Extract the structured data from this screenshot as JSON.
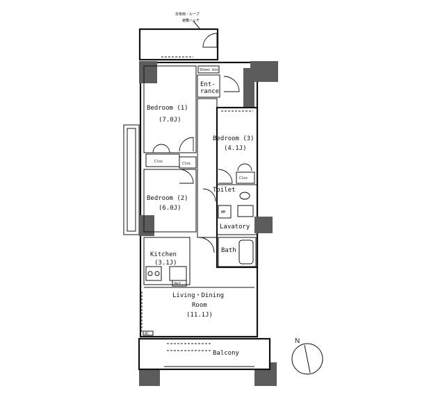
{
  "rooms": {
    "bedroom1": {
      "name": "Bedroom (1)",
      "size": "(7.0J)"
    },
    "bedroom2": {
      "name": "Bedroom (2)",
      "size": "(6.0J)"
    },
    "bedroom3": {
      "name": "Bedroom (3)",
      "size": "(4.1J)"
    },
    "entrance": {
      "line1": "Ent-",
      "line2": "rance"
    },
    "toilet": {
      "name": "Toilet"
    },
    "lavatory": {
      "name": "Lavatory"
    },
    "bath": {
      "name": "Bath"
    },
    "kitchen": {
      "name": "Kitchen",
      "size": "(3.1J)"
    },
    "living": {
      "line1": "Living・Dining",
      "line2": "Room",
      "size": "(11.1J)"
    },
    "balcony": {
      "name": "Balcony"
    }
  },
  "small_labels": {
    "top_note_1": "非常用・ループ",
    "top_note_2": "避難ハッチ",
    "closet_1": "Clos",
    "closet_2": "Clos",
    "closet_3": "Clos",
    "shoes_box": "Shoes box",
    "wm": "WM",
    "fridge": "Ref",
    "aircon": "AC"
  },
  "compass": {
    "label": "N"
  },
  "colors": {
    "pillar": "#5c5c5c",
    "line": "#111111",
    "background": "#ffffff"
  }
}
